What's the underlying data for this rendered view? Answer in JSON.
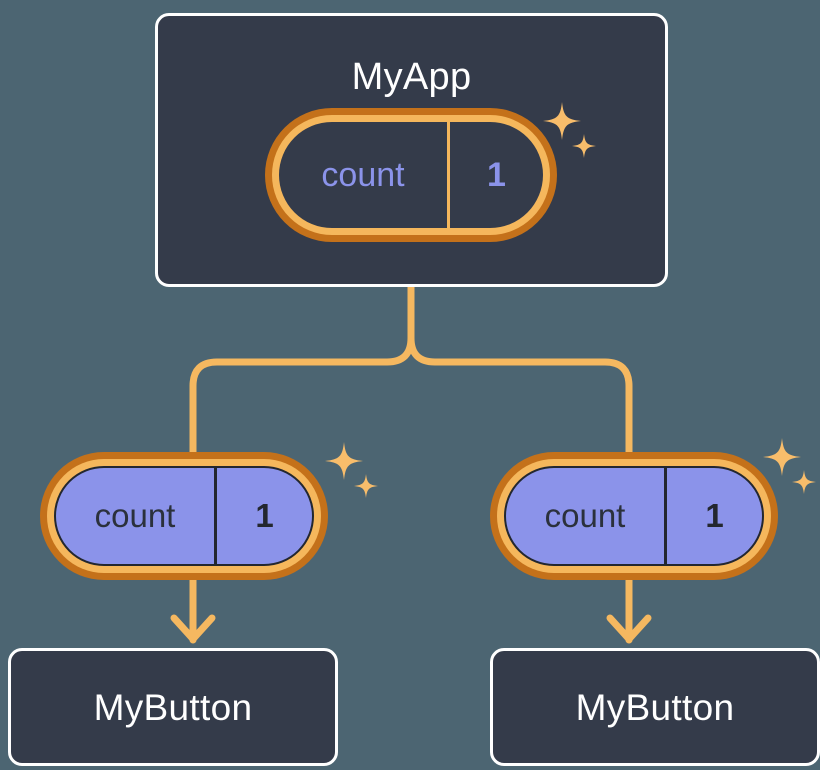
{
  "theme": {
    "page_background": "#4c6572",
    "card_background": "#343b4a",
    "card_border": "#ffffff",
    "ring_outer": "#c4711a",
    "ring_inner": "#f5b75c",
    "connector": "#f5b860",
    "state_purple": "#8b93ea",
    "dark_text": "#23272f",
    "white_text": "#ffffff"
  },
  "diagram": {
    "type": "component-tree",
    "title": "MyApp",
    "root": {
      "name": "MyApp",
      "state": {
        "key": "count",
        "value": "1"
      },
      "sparkle": true
    },
    "children": [
      {
        "prop": {
          "key": "count",
          "value": "1"
        },
        "sparkle": true,
        "component": "MyButton"
      },
      {
        "prop": {
          "key": "count",
          "value": "1"
        },
        "sparkle": true,
        "component": "MyButton"
      }
    ]
  }
}
